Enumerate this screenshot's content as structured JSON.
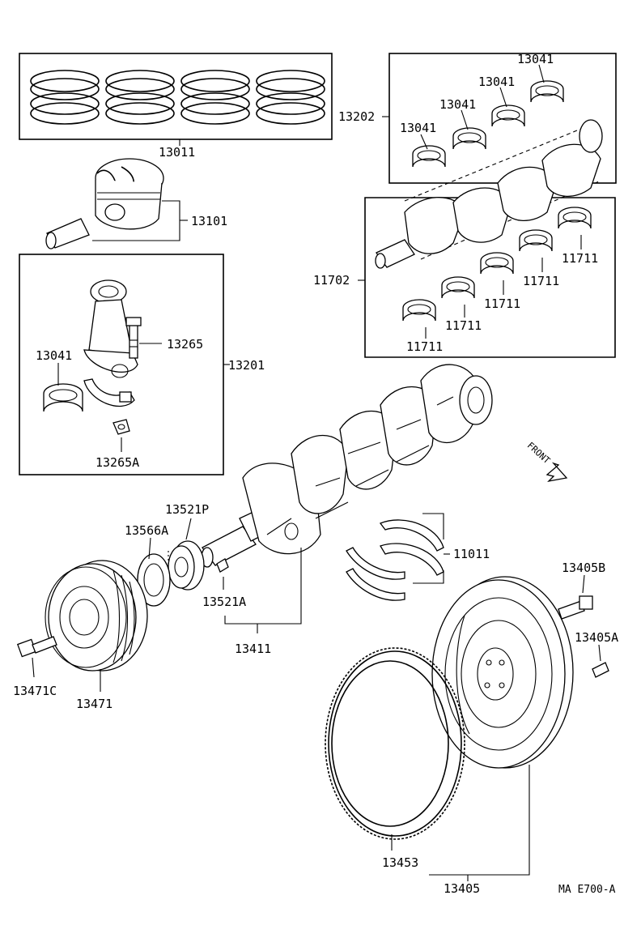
{
  "labels": {
    "p13011": "13011",
    "p13101": "13101",
    "p13202": "13202",
    "p13041_a": "13041",
    "p13041_b": "13041",
    "p13041_c": "13041",
    "p13041_d": "13041",
    "p11702": "11702",
    "p11711_a": "11711",
    "p11711_b": "11711",
    "p11711_c": "11711",
    "p11711_d": "11711",
    "p11711_e": "11711",
    "p13041_rod": "13041",
    "p13265": "13265",
    "p13201": "13201",
    "p13265A": "13265A",
    "p13521P": "13521P",
    "p13566A": "13566A",
    "p13521A": "13521A",
    "p13411": "13411",
    "p11011": "11011",
    "p13405B": "13405B",
    "p13405A": "13405A",
    "p13471C": "13471C",
    "p13471": "13471",
    "p13453": "13453",
    "p13405": "13405",
    "front": "FRONT",
    "code": "MA E700-A"
  },
  "icons": [
    "piston-rings",
    "piston",
    "connecting-rod",
    "bearing",
    "crankshaft",
    "thrust-washer",
    "timing-gear",
    "crank-pulley",
    "flywheel",
    "ring-gear",
    "bolt",
    "front-arrow"
  ]
}
